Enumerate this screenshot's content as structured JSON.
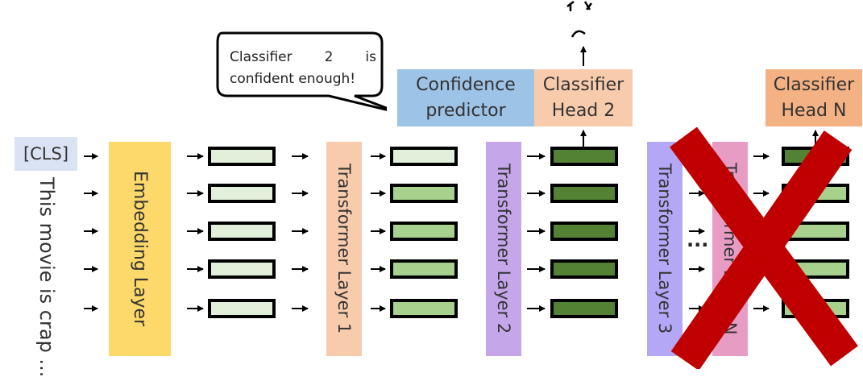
{
  "speech_bubble": {
    "line1_word1": "Classifier",
    "line1_word2": "2",
    "line1_word3": "is",
    "line2": "confident enough!"
  },
  "confidence_predictor": {
    "line1": "Confidence",
    "line2": "predictor"
  },
  "classifier_head_2": {
    "line1": "Classifier",
    "line2": "Head 2"
  },
  "classifier_head_n": {
    "line1": "Classifier",
    "line2": "Head N"
  },
  "cls_token": "[CLS]",
  "input_sentence": "This movie is crap ...",
  "layers": {
    "embedding": "Embedding Layer",
    "transformer_1": "Transformer Layer 1",
    "transformer_2": "Transformer Layer 2",
    "transformer_3": "Transformer Layer 3",
    "transformer_n": "Transformer Layer N"
  },
  "ellipsis": "...",
  "colors": {
    "embedding": "#fdd86a",
    "transformer_1": "#f8cbad",
    "transformer_2": "#c5a6e8",
    "transformer_3": "#b4a7f5",
    "transformer_n": "#e79cc4",
    "confidence": "#9dc3e6",
    "head_2": "#f8cbad",
    "head_n": "#f4b183",
    "cls": "#dae3f3",
    "cell_light": "#e2efda",
    "cell_mid": "#a9d18e",
    "cell_dark": "#548235",
    "cross": "#c00000"
  }
}
